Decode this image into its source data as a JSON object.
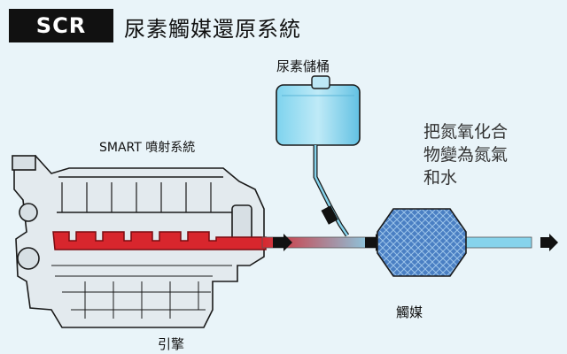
{
  "title": {
    "badge": "SCR",
    "text": "尿素觸媒還原系統"
  },
  "labels": {
    "urea_tank": "尿素儲桶",
    "smart_injection": "SMART 噴射系統",
    "catalyst": "觸媒",
    "engine": "引擎",
    "result_lines": [
      "把氮氧化合",
      "物變為氮氣",
      "和水"
    ]
  },
  "colors": {
    "background": "#e9f4f9",
    "exhaust_red": "#d8262d",
    "pipe_blue": "#7fd0ea",
    "catalyst_blue": "#3b6fb4",
    "engine_gray": "#dfe6ea"
  }
}
